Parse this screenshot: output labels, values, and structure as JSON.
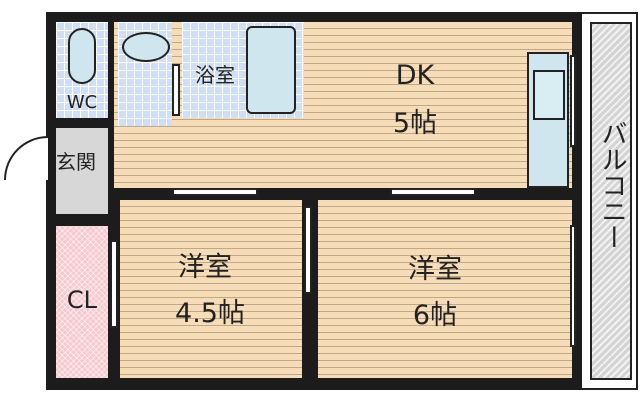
{
  "rooms": {
    "wc": "WC",
    "bath": "浴室",
    "dk_name": "DK",
    "dk_size": "5帖",
    "entrance": "玄関",
    "closet": "CL",
    "western1_name": "洋室",
    "western1_size": "4.5帖",
    "western2_name": "洋室",
    "western2_size": "6帖",
    "balcony": "バルコニー"
  },
  "colors": {
    "wall": "#1c1c1c",
    "floor": "#f6dcb7",
    "wet_area": "#cfe0f6",
    "entrance": "#d7d7d7",
    "closet": "#f5c9cf",
    "balcony": "#d4d4d4"
  }
}
